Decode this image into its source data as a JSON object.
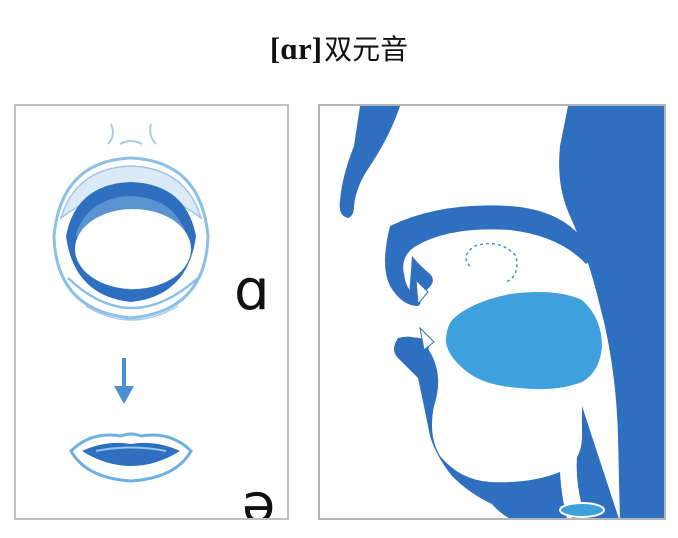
{
  "title": {
    "ipa": "[ɑr]",
    "text": "双元音"
  },
  "mouth_panel": {
    "start_symbol": "ɑ",
    "end_symbol": "ə",
    "arrow": "down-arrow-icon"
  },
  "colors": {
    "accent_blue": "#2f6fc0",
    "light_blue": "#3ea0dc",
    "outline": "#7fb7e0",
    "border": "#bfbfbf"
  }
}
